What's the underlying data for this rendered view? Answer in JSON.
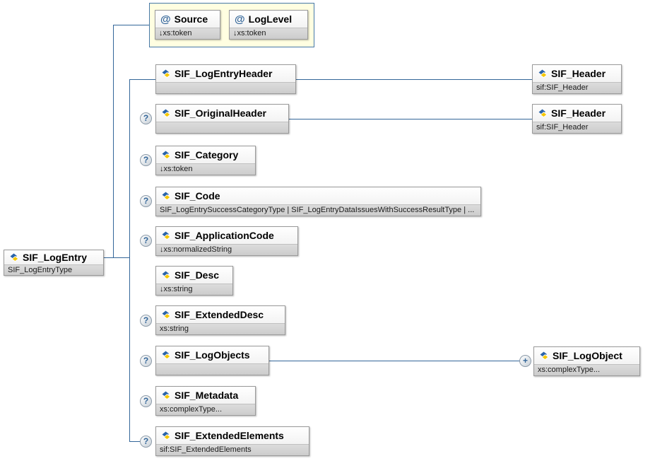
{
  "diagram": {
    "root": {
      "title": "SIF_LogEntry",
      "subtitle": "SIF_LogEntryType"
    },
    "attribute_group": {
      "attributes": [
        {
          "symbol": "@",
          "title": "Source",
          "subtitle": "↓xs:token"
        },
        {
          "symbol": "@",
          "title": "LogLevel",
          "subtitle": "↓xs:token"
        }
      ]
    },
    "children": [
      {
        "title": "SIF_LogEntryHeader",
        "subtitle": ""
      },
      {
        "title": "SIF_OriginalHeader",
        "subtitle": ""
      },
      {
        "title": "SIF_Category",
        "subtitle": "↓xs:token"
      },
      {
        "title": "SIF_Code",
        "subtitle": "SIF_LogEntrySuccessCategoryType | SIF_LogEntryDataIssuesWithSuccessResultType | ..."
      },
      {
        "title": "SIF_ApplicationCode",
        "subtitle": "↓xs:normalizedString"
      },
      {
        "title": "SIF_Desc",
        "subtitle": "↓xs:string"
      },
      {
        "title": "SIF_ExtendedDesc",
        "subtitle": "xs:string"
      },
      {
        "title": "SIF_LogObjects",
        "subtitle": ""
      },
      {
        "title": "SIF_Metadata",
        "subtitle": "xs:complexType..."
      },
      {
        "title": "SIF_ExtendedElements",
        "subtitle": "sif:SIF_ExtendedElements"
      }
    ],
    "references": [
      {
        "title": "SIF_Header",
        "subtitle": "sif:SIF_Header"
      },
      {
        "title": "SIF_Header",
        "subtitle": "sif:SIF_Header"
      },
      {
        "title": "SIF_LogObject",
        "subtitle": "xs:complexType..."
      }
    ],
    "indicators": {
      "optional": "?",
      "expand": "+"
    },
    "colors": {
      "connector": "#336699",
      "attribute_panel": "#fffee1",
      "attribute_panel_border": "#4779a8"
    }
  }
}
